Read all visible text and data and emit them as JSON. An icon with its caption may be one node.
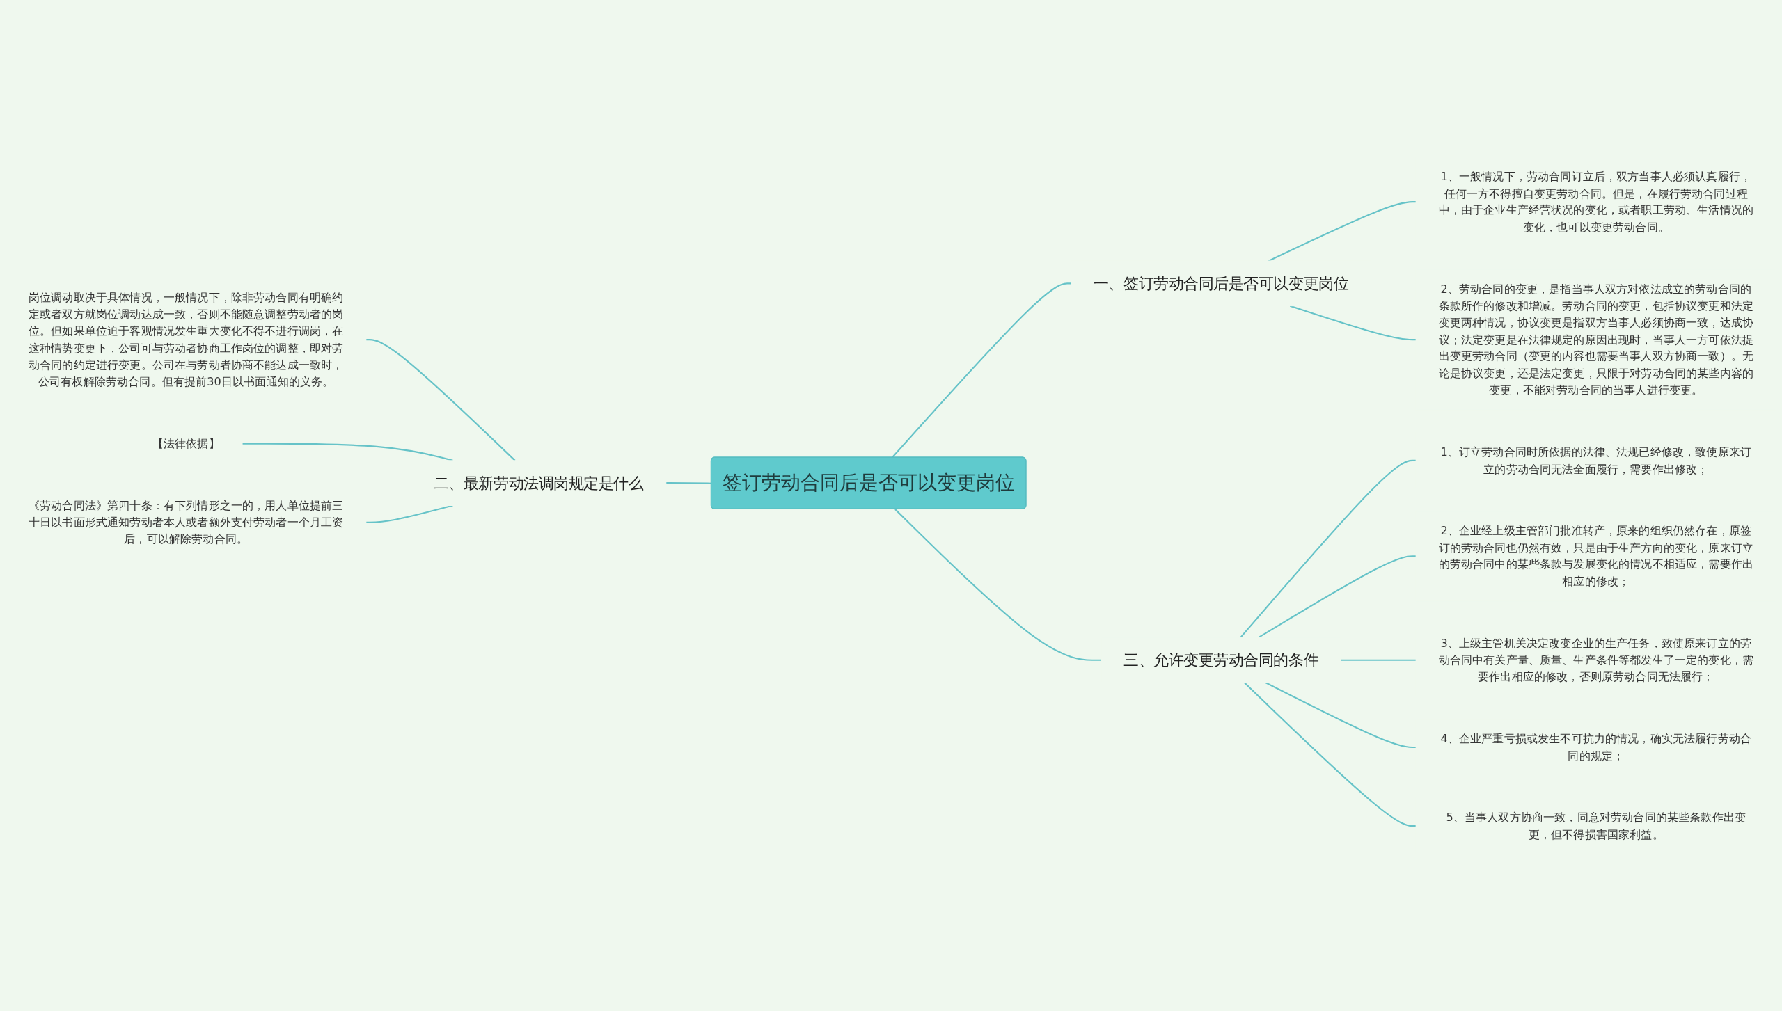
{
  "diagram": {
    "nodes": [
      {
        "text": [
          "签订劳动合同后是否可以变更岗位"
        ]
      },
      {
        "text": [
          "一、签订劳动合同后是否可以变更岗位"
        ]
      },
      {
        "text": [
          "1、一般情况下，劳动合同订立后，双方当事人必须认真履行，任何一方不得擅自变更劳动合同。但是，在履行劳动合同过程中，由于企业生产经营状况的变化，或者职工劳动、生活情况的变化，也可以变更劳动合同。"
        ]
      },
      {
        "text": [
          "2、劳动合同的变更，是指当事人双方对依法成立的劳动合同的条款所作的修改和增减。劳动合同的变更，包括协议变更和法定变更两种情况，协议变更是指双方当事人必须协商一致，达成协议；法定变更是在法律规定的原因出现时，当事人一方可依法提出变更劳动合同（变更的内容也需要当事人双方协商一致）。无论是协议变更，还是法定变更，只限于对劳动合同的某些内容的变更，不能对劳动合同的当事人进行变更。"
        ]
      },
      {
        "text": [
          "三、允许变更劳动合同的条件"
        ]
      },
      {
        "text": [
          "1、订立劳动合同时所依据的法律、法规已经修改，致使原来订立的劳动合同无法全面履行，需要作出修改；"
        ]
      },
      {
        "text": [
          "2、企业经上级主管部门批准转产，原来的组织仍然存在，原签订的劳动合同也仍然有效，只是由于生产方向的变化，原来订立的劳动合同中的某些条款与发展变化的情况不相适应，需要作出相应的修改；"
        ]
      },
      {
        "text": [
          "3、上级主管机关决定改变企业的生产任务，致使原来订立的劳动合同中有关产量、质量、生产条件等都发生了一定的变化，需要作出相应的修改，否则原劳动合同无法履行；"
        ]
      },
      {
        "text": [
          "4、企业严重亏损或发生不可抗力的情况，确实无法履行劳动合同的规定；"
        ]
      },
      {
        "text": [
          "5、当事人双方协商一致，同意对劳动合同的某些条款作出变更，但不得损害国家利益。"
        ]
      },
      {
        "text": [
          "二、最新劳动法调岗规定是什么"
        ]
      },
      {
        "text": [
          "岗位调动取决于具体情况，一般情况下，除非劳动合同有明确约定或者双方就岗位调动达成一致，否则不能随意调整劳动者的岗位。但如果单位迫于客观情况发生重大变化不得不进行调岗，在这种情势变更下，公司可与劳动者协商工作岗位的调整，即对劳动合同的约定进行变更。公司在与劳动者协商不能达成一致时，公司有权解除劳动合同。但有提前30日以书面通知的义务。"
        ]
      },
      {
        "text": [
          "【法律依据】"
        ]
      },
      {
        "text": [
          "《劳动合同法》第四十条：有下列情形之一的，用人单位提前三十日以书面形式通知劳动者本人或者额外支付劳动者一个月工资后，可以解除劳动合同。"
        ]
      }
    ],
    "edges": [
      {
        "from": 0,
        "to": 1,
        "arrow": "none"
      },
      {
        "from": 1,
        "to": 2,
        "arrow": "none"
      },
      {
        "from": 1,
        "to": 3,
        "arrow": "none"
      },
      {
        "from": 0,
        "to": 4,
        "arrow": "none"
      },
      {
        "from": 4,
        "to": 5,
        "arrow": "none"
      },
      {
        "from": 4,
        "to": 6,
        "arrow": "none"
      },
      {
        "from": 4,
        "to": 7,
        "arrow": "none"
      },
      {
        "from": 4,
        "to": 8,
        "arrow": "none"
      },
      {
        "from": 4,
        "to": 9,
        "arrow": "none"
      },
      {
        "from": 0,
        "to": 10,
        "arrow": "none"
      },
      {
        "from": 10,
        "to": 11,
        "arrow": "none"
      },
      {
        "from": 10,
        "to": 12,
        "arrow": "none"
      },
      {
        "from": 10,
        "to": 13,
        "arrow": "none"
      }
    ]
  }
}
